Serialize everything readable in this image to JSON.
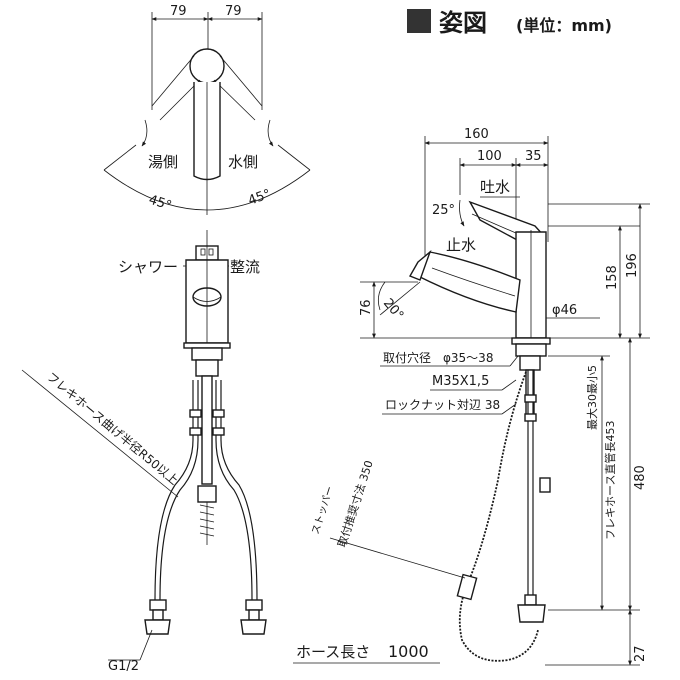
{
  "title": {
    "square": "■",
    "main": "姿図",
    "unit": "(単位：mm)"
  },
  "top_view": {
    "dim_left": "79",
    "dim_right": "79",
    "hot": "湯側",
    "cold": "水側",
    "angle_left": "45°",
    "angle_right": "45°"
  },
  "front_view": {
    "shower": "シャワー",
    "straight": "整流",
    "hose_bend": "フレキホース曲げ半径R50以上",
    "thread": "G1/2"
  },
  "side_view": {
    "w160": "160",
    "w100": "100",
    "w35": "35",
    "spout": "吐水",
    "angle25": "25°",
    "stop": "止水",
    "angle20": "20°",
    "h76": "76",
    "h158": "158",
    "h196": "196",
    "dia46": "φ46",
    "hole": "取付穴径　φ35～38",
    "thread": "M35X1,5",
    "locknut": "ロックナット対辺 38",
    "max_thickness": "最大30最小5",
    "flex_length": "フレキホース直管長453",
    "h480": "480",
    "h27": "27",
    "stopper": "ストッパー",
    "stopper_dim": "取付推奨寸法 350",
    "hose_length_label": "ホース長さ",
    "hose_length": "1000"
  }
}
